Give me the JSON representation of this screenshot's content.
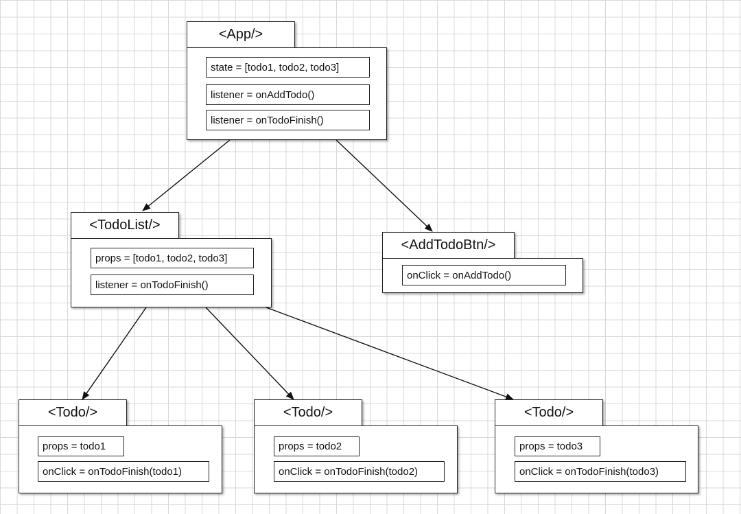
{
  "nodes": {
    "app": {
      "title": "<App/>",
      "fields": [
        "state = [todo1, todo2, todo3]",
        "listener = onAddTodo()",
        "listener = onTodoFinish()"
      ]
    },
    "todolist": {
      "title": "<TodoList/>",
      "fields": [
        "props = [todo1, todo2, todo3]",
        "listener = onTodoFinish()"
      ]
    },
    "addtodobtn": {
      "title": "<AddTodoBtn/>",
      "fields": [
        "onClick = onAddTodo()"
      ]
    },
    "todo1": {
      "title": "<Todo/>",
      "fields": [
        "props = todo1",
        "onClick = onTodoFinish(todo1)"
      ]
    },
    "todo2": {
      "title": "<Todo/>",
      "fields": [
        "props = todo2",
        "onClick = onTodoFinish(todo2)"
      ]
    },
    "todo3": {
      "title": "<Todo/>",
      "fields": [
        "props = todo3",
        "onClick = onTodoFinish(todo3)"
      ]
    }
  },
  "edges": [
    {
      "from": "app",
      "to": "todolist"
    },
    {
      "from": "app",
      "to": "addtodobtn"
    },
    {
      "from": "todolist",
      "to": "todo1"
    },
    {
      "from": "todolist",
      "to": "todo2"
    },
    {
      "from": "todolist",
      "to": "todo3"
    }
  ]
}
